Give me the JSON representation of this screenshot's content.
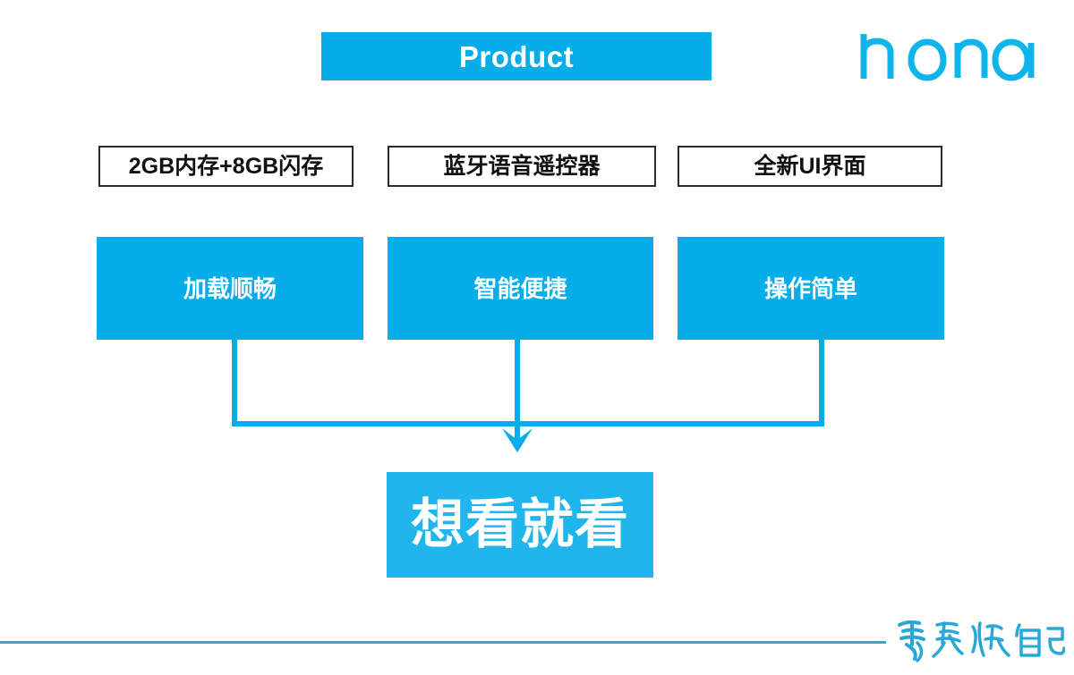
{
  "slide": {
    "title": "Product",
    "brand": "honor",
    "brand_logo_icon": "honor-wordmark-logo",
    "accent_color": "#06ADE9",
    "conclusion_color": "#20B5EC",
    "outline_border_color": "#2b2b2b",
    "footer_rule_color": "#3AA7C6",
    "signature_color": "#29A8D8"
  },
  "feature_specs": [
    {
      "label": "2GB内存+8GB闪存"
    },
    {
      "label": "蓝牙语音遥控器"
    },
    {
      "label": "全新UI界面"
    }
  ],
  "benefits": [
    {
      "label": "加载顺畅"
    },
    {
      "label": "智能便捷"
    },
    {
      "label": "操作简单"
    }
  ],
  "conclusion": {
    "label": "想看就看"
  },
  "footer": {
    "signature_text": "勇敢做自己",
    "signature_icon": "handwritten-signature"
  },
  "connector": {
    "arrow_icon": "arrow-down-icon"
  }
}
